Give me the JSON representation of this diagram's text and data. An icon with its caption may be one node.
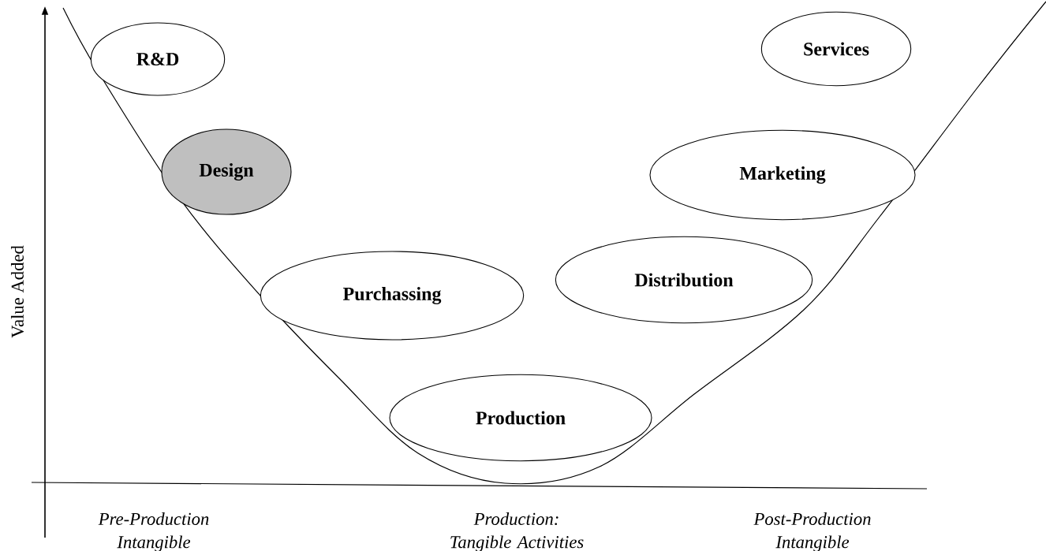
{
  "diagram": {
    "nodes": [
      {
        "text": [
          "R&D"
        ]
      },
      {
        "text": [
          "Services"
        ]
      },
      {
        "text": [
          "Design"
        ]
      },
      {
        "text": [
          "Marketing"
        ]
      },
      {
        "text": [
          "Purchassing"
        ]
      },
      {
        "text": [
          "Distribution"
        ]
      },
      {
        "text": [
          "Production"
        ]
      }
    ],
    "labels": [
      "Value Added",
      "Pre-Production Intangible",
      "Production: Tangible Activities",
      "Post-Production Intangible"
    ]
  }
}
